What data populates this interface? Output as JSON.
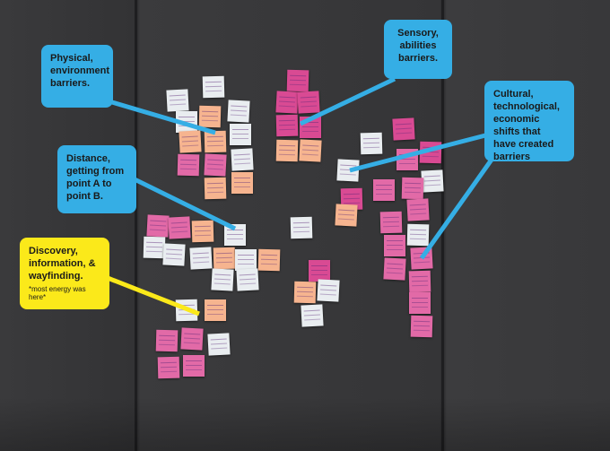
{
  "callouts": {
    "physical": "Physical, environment barriers.",
    "sensory": "Sensory, abilities barriers.",
    "cultural": "Cultural, technological, economic shifts that have created barriers",
    "distance": "Distance, getting from point A to point B.",
    "discovery": "Discovery, information, & wayfinding.",
    "discovery_note": "*most energy was here*"
  },
  "colors": {
    "callout_blue": "#35aee5",
    "callout_yellow": "#fbe91a",
    "wall": "#353537",
    "note_pink": "#e26aa7",
    "note_white": "#e9edf0",
    "note_peach": "#f6b48f"
  }
}
